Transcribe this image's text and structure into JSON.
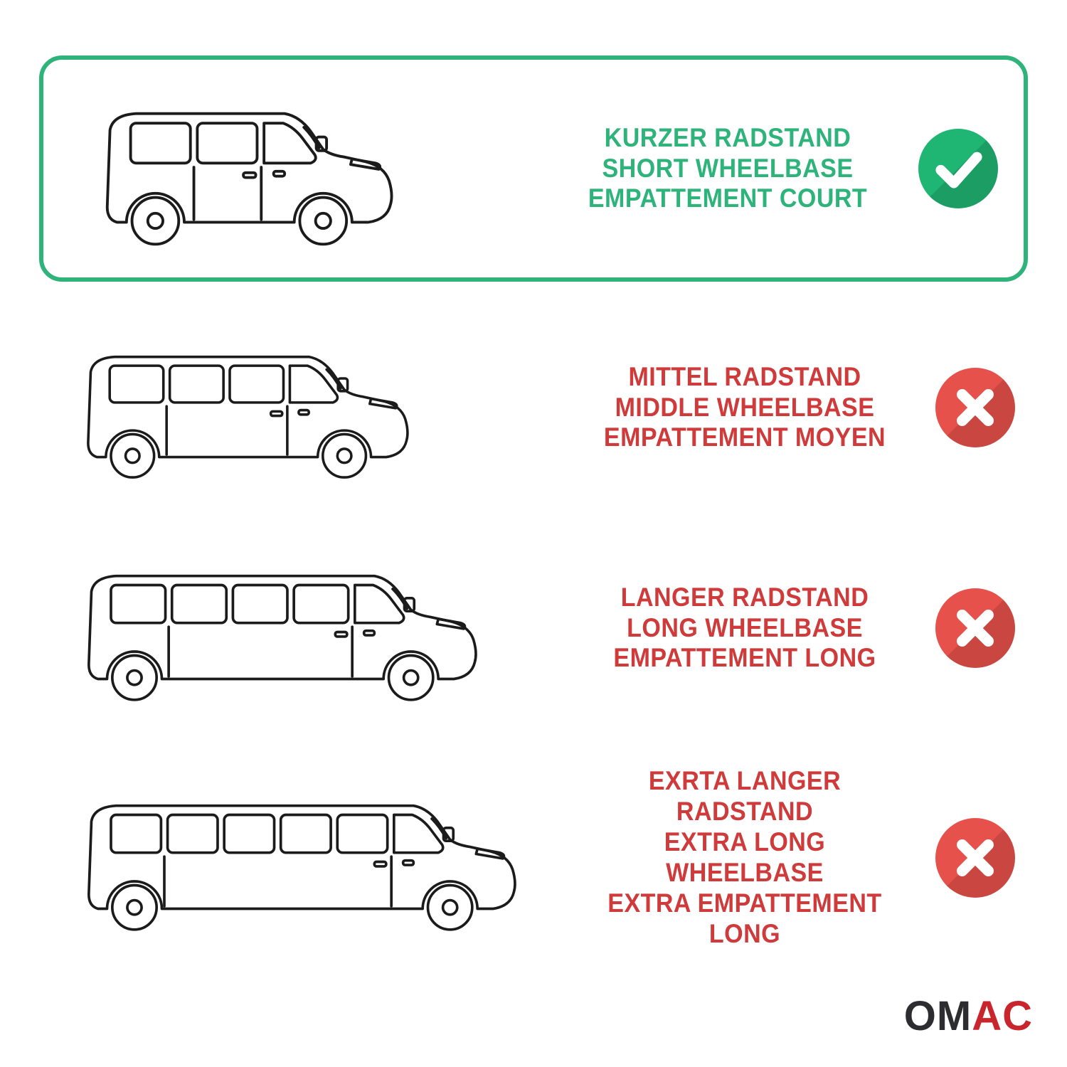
{
  "rows": [
    {
      "status": "included",
      "icon": "check-icon",
      "lines": [
        "KURZER RADSTAND",
        "SHORT WHEELBASE",
        "EMPATTEMENT COURT"
      ]
    },
    {
      "status": "excluded",
      "icon": "cross-icon",
      "lines": [
        "MITTEL RADSTAND",
        "MIDDLE WHEELBASE",
        "EMPATTEMENT MOYEN"
      ]
    },
    {
      "status": "excluded",
      "icon": "cross-icon",
      "lines": [
        "LANGER RADSTAND",
        "LONG WHEELBASE",
        "EMPATTEMENT LONG"
      ]
    },
    {
      "status": "excluded",
      "icon": "cross-icon",
      "lines": [
        "EXRTA LANGER RADSTAND",
        "EXTRA LONG WHEELBASE",
        "EXTRA EMPATTEMENT LONG"
      ]
    }
  ],
  "logo": {
    "dark": "OM",
    "red": "AC"
  },
  "colors": {
    "green": "#2eb37a",
    "green_icon": "#1fb573",
    "red": "#cf3a3a",
    "red_icon": "#e6514b",
    "logo_dark": "#2d2d2f",
    "logo_red": "#c9252c"
  }
}
